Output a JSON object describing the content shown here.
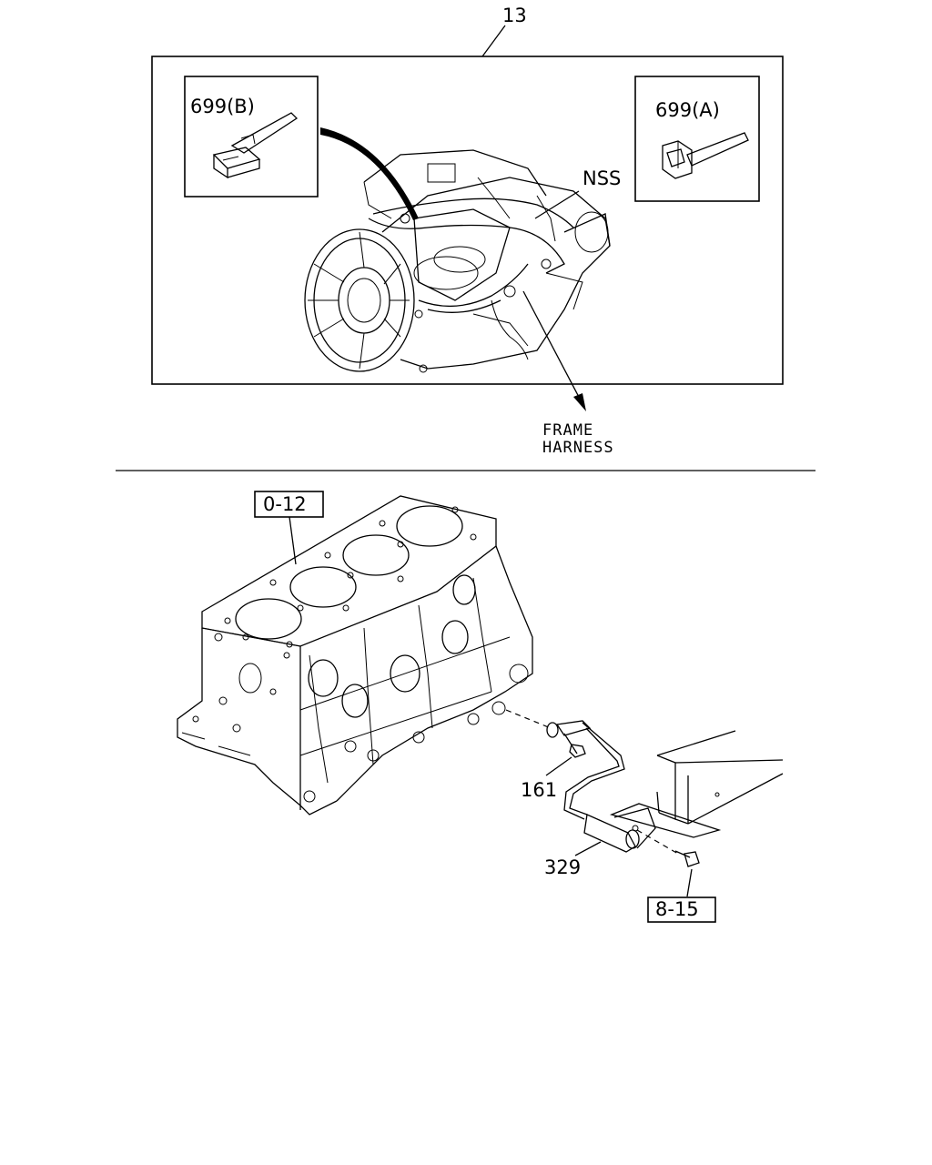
{
  "callouts": {
    "assembly_13": "13",
    "clip_b": "699(B)",
    "clip_a": "699(A)",
    "nss": "NSS",
    "frame_harness_line1": "FRAME",
    "frame_harness_line2": "HARNESS",
    "ref_0_12": "0-12",
    "bolt_161": "161",
    "sensor_329": "329",
    "ref_8_15": "8-15"
  }
}
